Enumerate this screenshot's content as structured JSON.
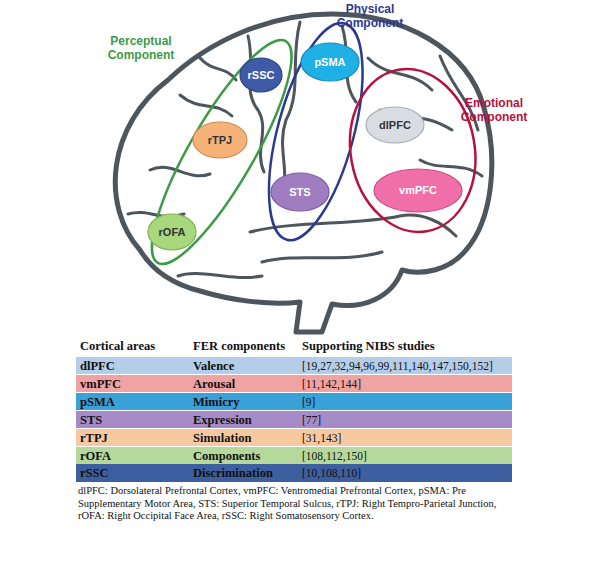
{
  "diagram": {
    "nodes": [
      {
        "text": [
          "Perceptual Component"
        ]
      },
      {
        "text": [
          "rSSC"
        ],
        "in": 0
      },
      {
        "text": [
          "rTPJ"
        ],
        "in": 0
      },
      {
        "text": [
          "rOFA"
        ],
        "in": 0
      },
      {
        "text": [
          "Physical Component"
        ]
      },
      {
        "text": [
          "pSMA"
        ],
        "in": 4
      },
      {
        "text": [
          "STS"
        ],
        "in": 4
      },
      {
        "text": [
          "Emotional Component"
        ]
      },
      {
        "text": [
          "dlPFC"
        ],
        "in": 7
      },
      {
        "text": [
          "vmPFC"
        ],
        "in": 7
      }
    ],
    "labels": [
      "Cortical areas",
      "FER components",
      "Supporting NIBS studies",
      "dlPFC",
      "Valence",
      "[19,27,32,94,96,99,111,140,147,150,152]",
      "vmPFC",
      "Arousal",
      "[11,142,144]",
      "pSMA",
      "Mimicry",
      "[9]",
      "STS",
      "Expression",
      "[77]",
      "rTPJ",
      "Simulation",
      "[31,143]",
      "rOFA",
      "Components",
      "[108,112,150]",
      "rSSC",
      "Discrimination",
      "[10,108,110]",
      "dlPFC: Dorsolateral Prefrontal Cortex, vmPFC: Ventromedial Prefrontal Cortex, pSMA: Pre Supplementary Motor Area, STS: Superior Temporal Sulcus, rTPJ: Right Tempro-Parietal Junction, rOFA: Right Occipital Face Area, rSSC: Right Somatosensory Cortex."
    ]
  }
}
